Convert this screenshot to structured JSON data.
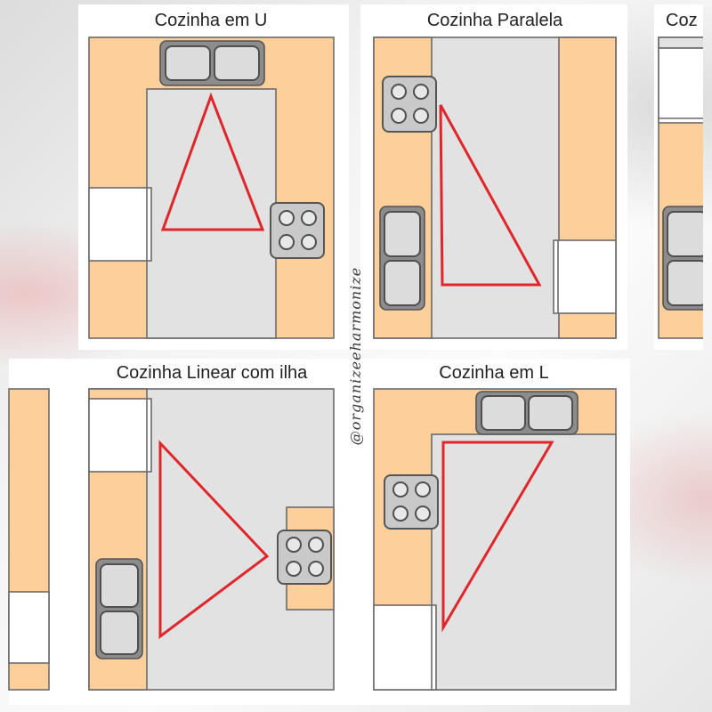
{
  "watermark": "@organizeeharmonize",
  "panels": {
    "u": {
      "title": "Cozinha em U"
    },
    "paralela": {
      "title": "Cozinha Paralela"
    },
    "partial_right": {
      "title": "Coz"
    },
    "linear_ilha": {
      "title": "Cozinha Linear com ilha"
    },
    "l": {
      "title": "Cozinha em L"
    }
  },
  "colors": {
    "counter": "#fccf9b",
    "floor": "#e2e2e2",
    "outline": "#6b6b6b",
    "triangle": "#e0262a",
    "appliance": "#c9c9c9",
    "fridge": "#ffffff"
  }
}
